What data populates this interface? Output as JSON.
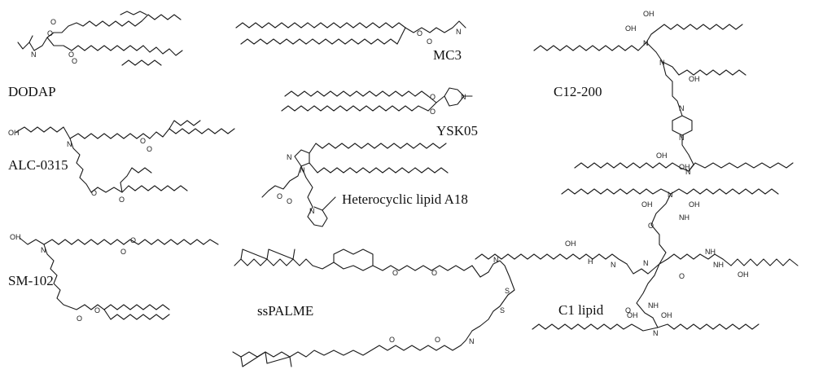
{
  "figure": {
    "lipids": [
      {
        "id": "dodap",
        "name": "DODAP"
      },
      {
        "id": "alc0315",
        "name": "ALC-0315"
      },
      {
        "id": "sm102",
        "name": "SM-102"
      },
      {
        "id": "mc3",
        "name": "MC3"
      },
      {
        "id": "ysk05",
        "name": "YSK05"
      },
      {
        "id": "a18",
        "name": "Heterocyclic lipid A18"
      },
      {
        "id": "sspalme",
        "name": "ssPALME"
      },
      {
        "id": "c12200",
        "name": "C12-200"
      },
      {
        "id": "c1",
        "name": "C1 lipid"
      }
    ],
    "atoms": {
      "oxygen": "O",
      "nitrogen": "N",
      "hydroxyl": "OH",
      "sulfur": "S",
      "amide_h": "NH",
      "amine_h": "H"
    }
  }
}
